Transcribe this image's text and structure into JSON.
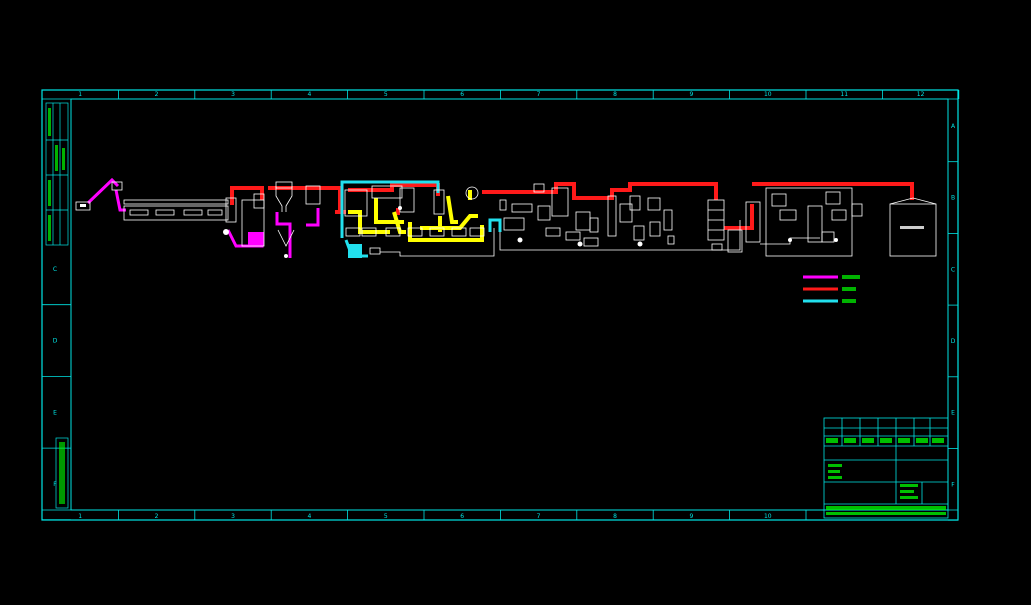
{
  "colors": {
    "background": "#000000",
    "frame": "#00e5e5",
    "magenta_line": "#ff00ff",
    "red_line": "#ff1a1a",
    "cyan_line": "#22e0ee",
    "yellow_line": "#ffff00",
    "equipment": "#ffffff",
    "title_text": "#00ff00"
  },
  "grid": {
    "top_columns": [
      "1",
      "2",
      "3",
      "4",
      "5",
      "6",
      "7",
      "8",
      "9",
      "10",
      "11",
      "12"
    ],
    "bottom_columns": [
      "1",
      "2",
      "3",
      "4",
      "5",
      "6",
      "7",
      "8",
      "9",
      "10"
    ],
    "left_rows": [
      "C",
      "D",
      "E",
      "F"
    ],
    "right_rows": [
      "A",
      "B",
      "C",
      "D",
      "E",
      "F"
    ]
  },
  "icons": {
    "tank": "storage-tank-icon",
    "column": "distillation-column-icon",
    "cyclone": "cyclone-separator-icon",
    "pump": "pump-icon",
    "exchanger": "heat-exchanger-icon"
  }
}
